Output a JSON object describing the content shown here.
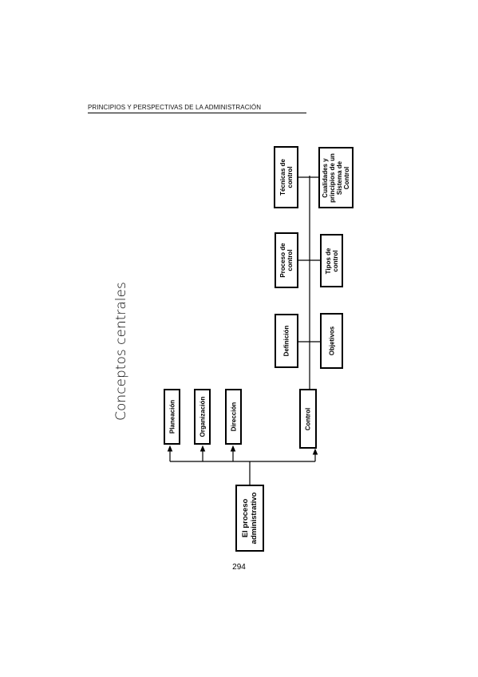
{
  "header": {
    "running_title": "PRINCIPIOS Y PERSPECTIVAS DE LA ADMINISTRACIÓN"
  },
  "section": {
    "title": "Conceptos centrales"
  },
  "diagram": {
    "root": "El proceso administrativo",
    "stages": [
      "Planeación",
      "Organización",
      "Dirección",
      "Control"
    ],
    "control_children": {
      "left": [
        "Definición",
        "Proceso de control",
        "Técnicas de control"
      ],
      "right": [
        "Objetivos",
        "Tipos de control",
        "Cualidades y principios de un Sistema de Control"
      ]
    }
  },
  "footer": {
    "page_number": "294"
  }
}
